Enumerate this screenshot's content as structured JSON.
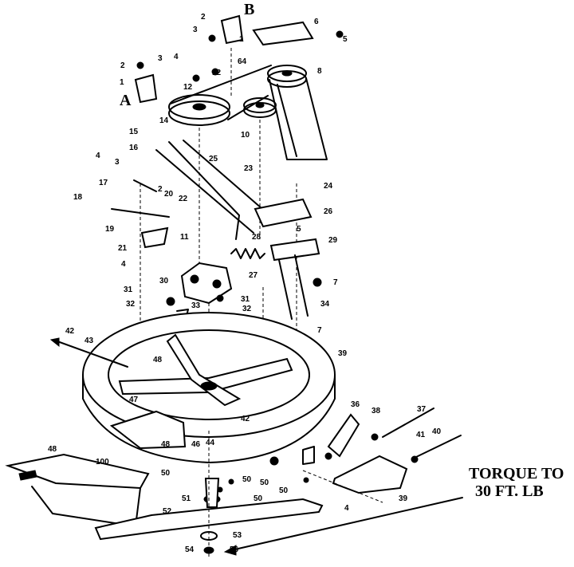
{
  "diagram": {
    "callouts": {
      "a": "A",
      "b": "B",
      "n1": "1",
      "n2": "2",
      "n3": "3",
      "n4": "4",
      "n5": "5",
      "n6": "6",
      "n7": "7",
      "n8": "8",
      "n10": "10",
      "n11": "11",
      "n12": "12",
      "n14": "14",
      "n15": "15",
      "n16": "16",
      "n17": "17",
      "n18": "18",
      "n19": "19",
      "n20": "20",
      "n21": "21",
      "n22": "22",
      "n23": "23",
      "n24": "24",
      "n25": "25",
      "n26": "26",
      "n27": "27",
      "n28": "28",
      "n29": "29",
      "n30": "30",
      "n31": "31",
      "n32": "32",
      "n33": "33",
      "n34": "34",
      "n36": "36",
      "n37": "37",
      "n38": "38",
      "n39": "39",
      "n40": "40",
      "n41": "41",
      "n42": "42",
      "n43": "43",
      "n44": "44",
      "n46": "46",
      "n47": "47",
      "n48": "48",
      "n50": "50",
      "n51": "51",
      "n52": "52",
      "n53": "53",
      "n54": "54",
      "n56": "56",
      "n64": "64"
    },
    "torque_note": {
      "line1": "TORQUE TO",
      "line2": "30 FT. LB"
    }
  }
}
